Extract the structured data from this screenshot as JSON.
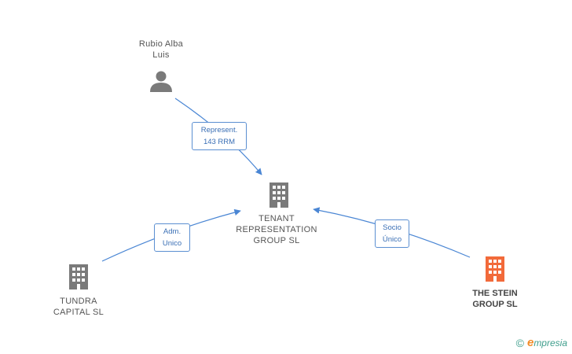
{
  "colors": {
    "edge": "#4a86d4",
    "node_icon": "#7a7a7a",
    "highlight_icon": "#f26a3a",
    "brand_teal": "#3f9e8c",
    "brand_orange": "#f28c28"
  },
  "nodes": {
    "person": {
      "line1": "Rubio Alba",
      "line2": "Luis",
      "icon": "person-icon"
    },
    "tenant": {
      "line1": "TENANT",
      "line2": "REPRESENTATION",
      "line3": "GROUP  SL",
      "icon": "building-icon"
    },
    "tundra": {
      "line1": "TUNDRA",
      "line2": "CAPITAL  SL",
      "icon": "building-icon"
    },
    "stein": {
      "line1": "THE STEIN",
      "line2": "GROUP SL",
      "icon": "building-icon"
    }
  },
  "edges": {
    "represent": {
      "line1": "Represent.",
      "line2": "143 RRM"
    },
    "adm": {
      "line1": "Adm.",
      "line2": "Unico"
    },
    "socio": {
      "line1": "Socio",
      "line2": "Único"
    }
  },
  "brand": {
    "copyright": "©",
    "initial": "e",
    "rest": "mpresia"
  }
}
